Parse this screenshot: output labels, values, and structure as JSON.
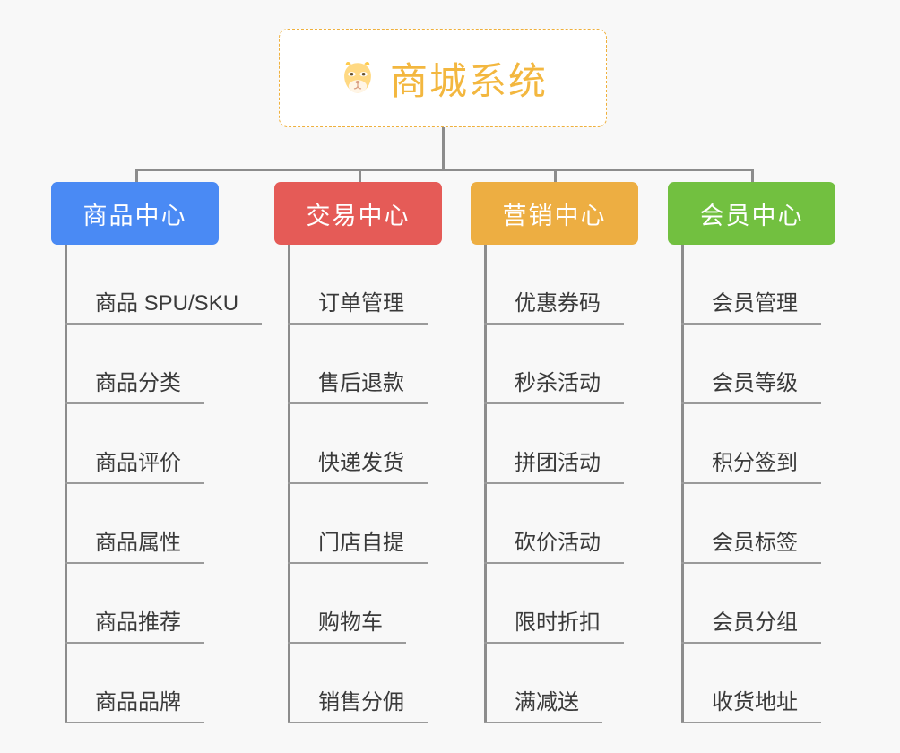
{
  "page": {
    "background_color": "#f8f8f8",
    "type": "org-chart",
    "line_color": "#8c8c8c"
  },
  "root": {
    "title": "商城系统",
    "icon": "shiba-dog-emoji",
    "title_color": "#f3b73f",
    "border_color": "#efb03c",
    "background_color": "#ffffff"
  },
  "branches": [
    {
      "title": "商品中心",
      "color": "#4a8af4",
      "items": [
        "商品 SPU/SKU",
        "商品分类",
        "商品评价",
        "商品属性",
        "商品推荐",
        "商品品牌"
      ]
    },
    {
      "title": "交易中心",
      "color": "#e55b57",
      "items": [
        "订单管理",
        "售后退款",
        "快递发货",
        "门店自提",
        "购物车",
        "销售分佣"
      ]
    },
    {
      "title": "营销中心",
      "color": "#edae42",
      "items": [
        "优惠券码",
        "秒杀活动",
        "拼团活动",
        "砍价活动",
        "限时折扣",
        "满减送"
      ]
    },
    {
      "title": "会员中心",
      "color": "#72c040",
      "items": [
        "会员管理",
        "会员等级",
        "积分签到",
        "会员标签",
        "会员分组",
        "收货地址"
      ]
    }
  ]
}
